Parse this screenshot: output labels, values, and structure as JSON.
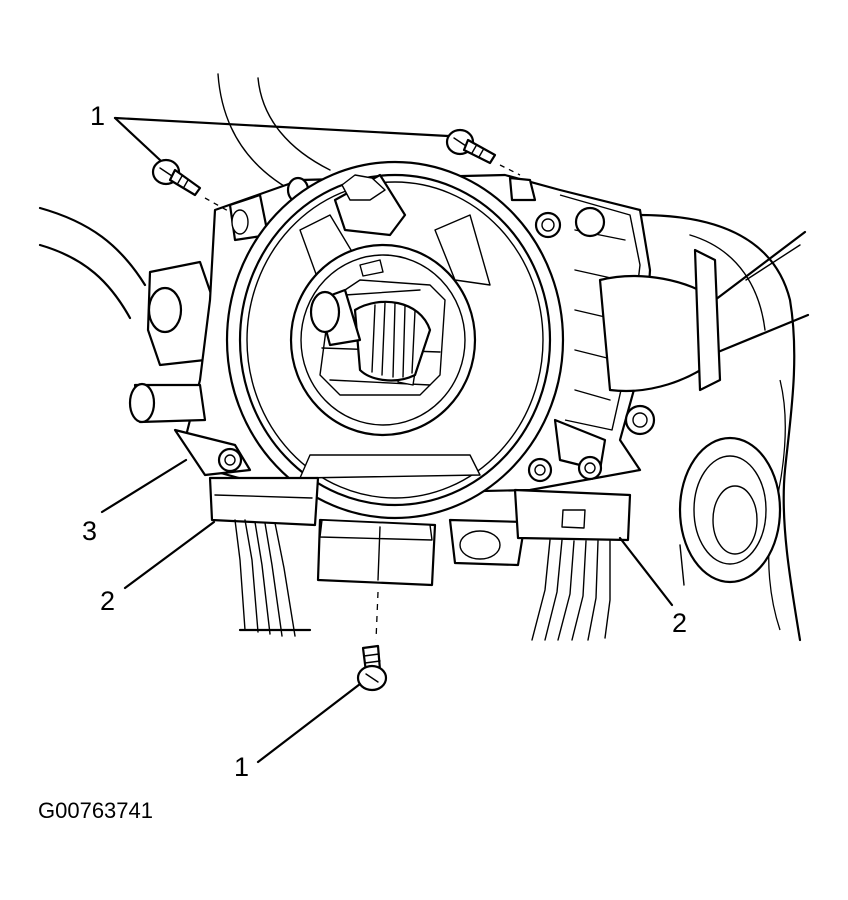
{
  "diagram": {
    "callouts": [
      {
        "id": "callout-1-top",
        "label": "1"
      },
      {
        "id": "callout-1-bottom",
        "label": "1"
      },
      {
        "id": "callout-2-left",
        "label": "2"
      },
      {
        "id": "callout-2-right",
        "label": "2"
      },
      {
        "id": "callout-3",
        "label": "3"
      }
    ],
    "figure_id": "G00763741",
    "parts": [
      "screw",
      "electrical-connector",
      "mounting-housing",
      "clock-spring-coil",
      "steering-shaft"
    ]
  }
}
